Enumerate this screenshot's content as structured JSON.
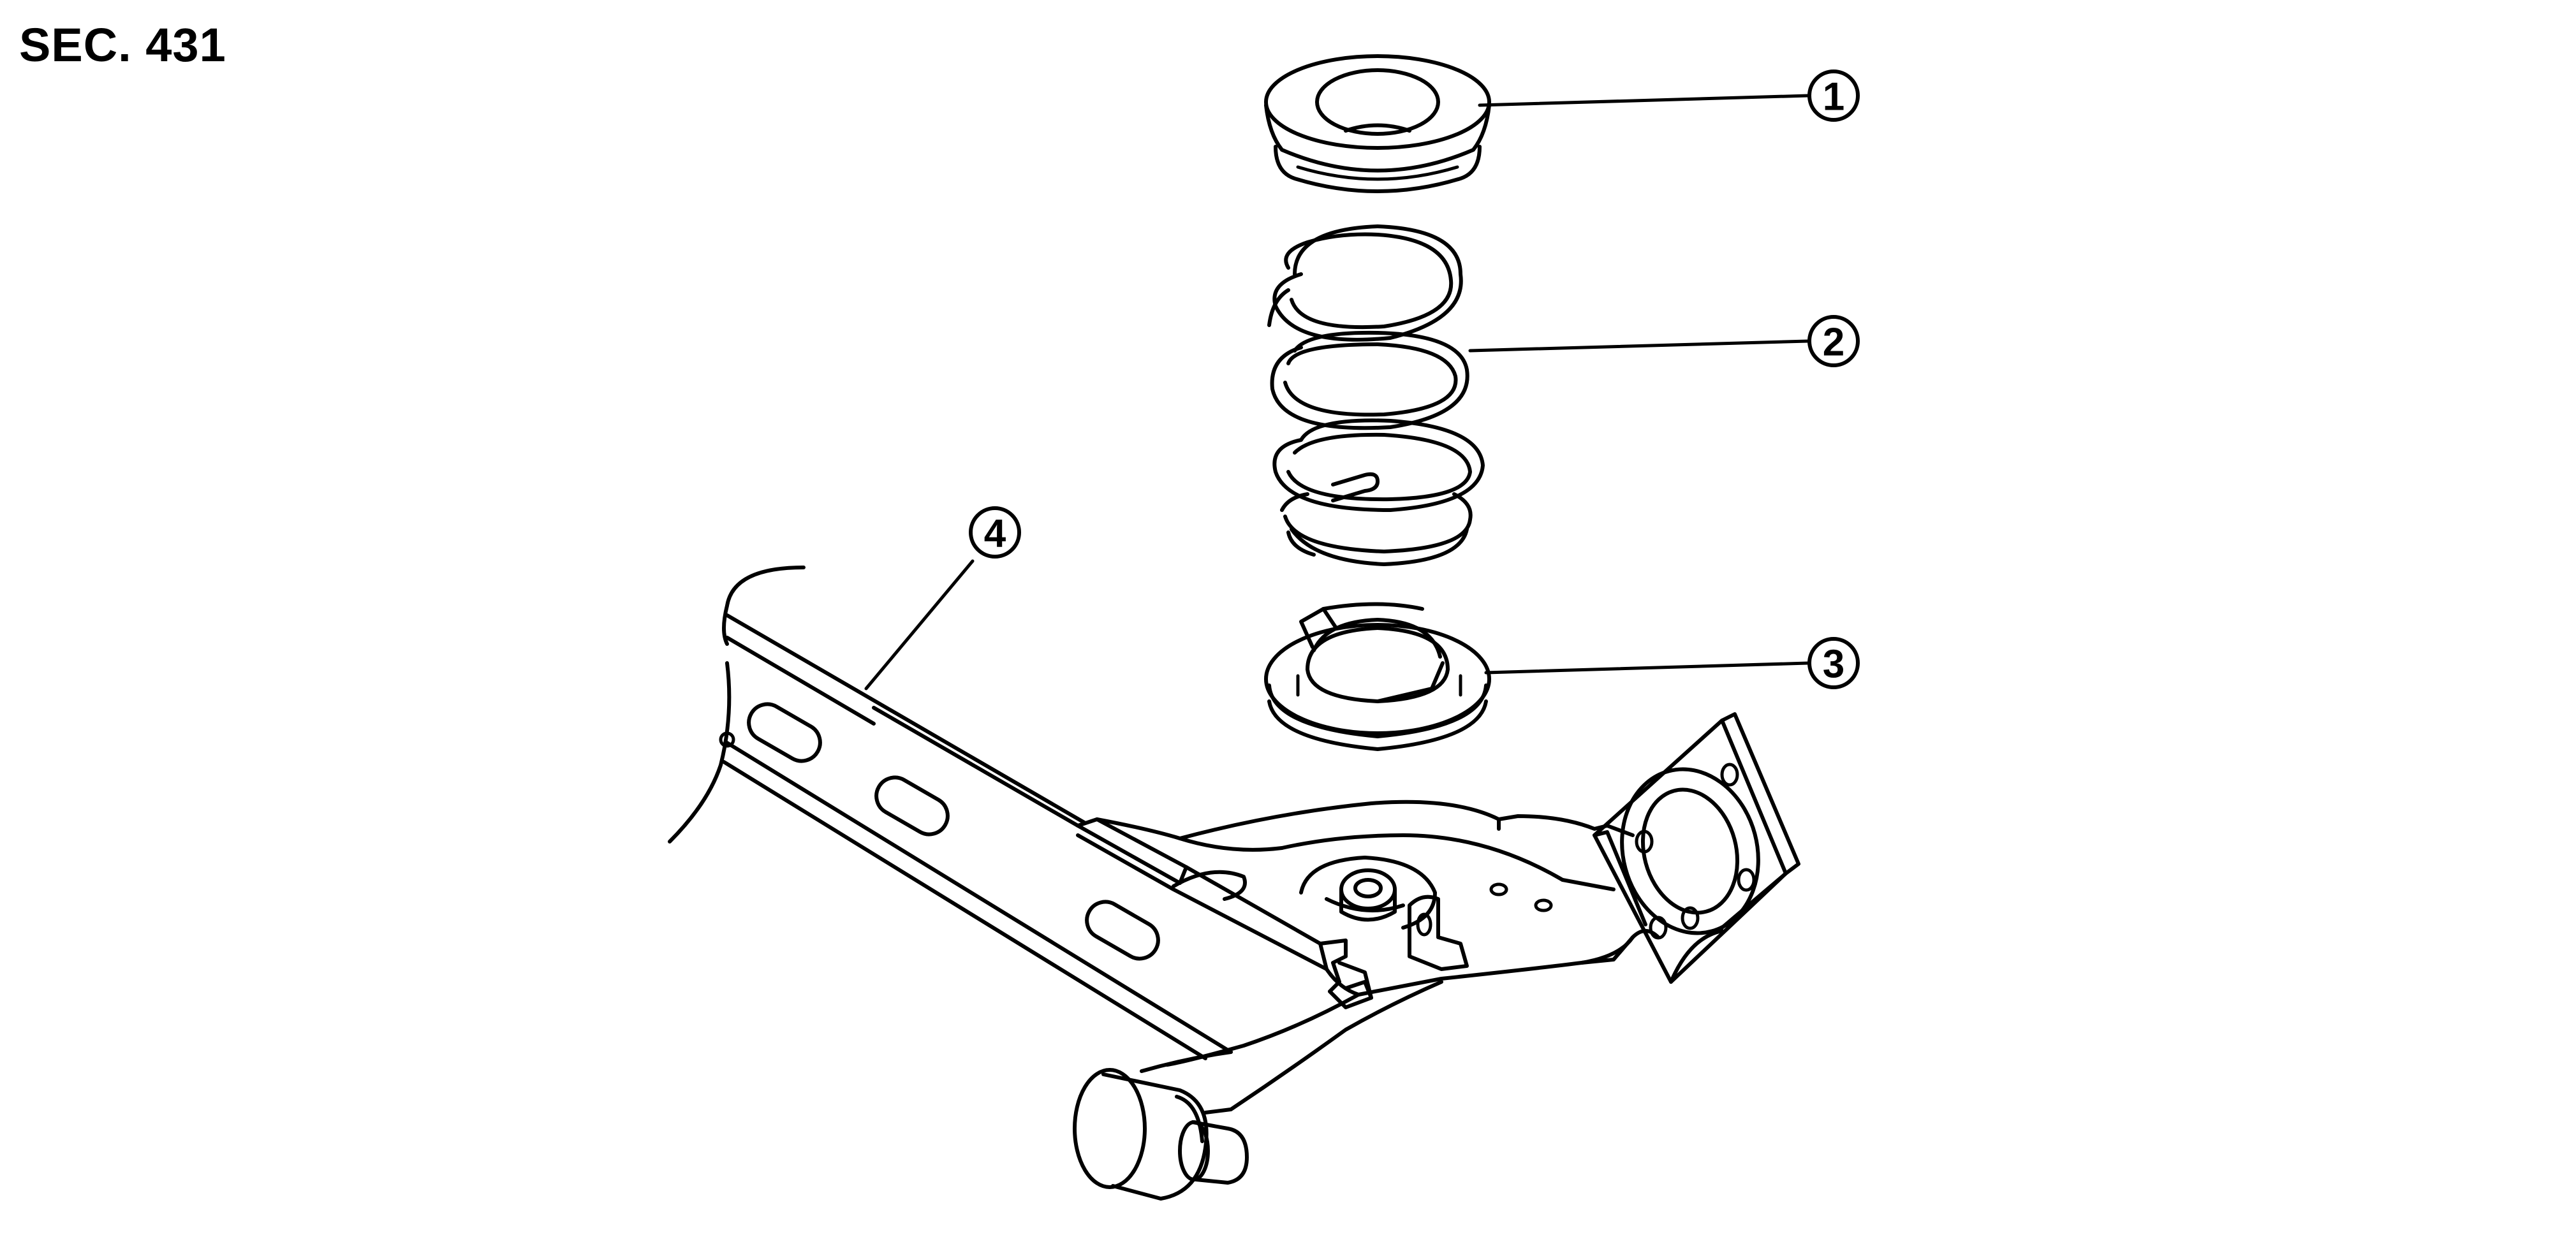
{
  "section_label": "SEC. 431",
  "callouts": [
    {
      "id": "callout-1",
      "number": "1",
      "part": "spring-seat-upper"
    },
    {
      "id": "callout-2",
      "number": "2",
      "part": "coil-spring"
    },
    {
      "id": "callout-3",
      "number": "3",
      "part": "spring-seat-lower"
    },
    {
      "id": "callout-4",
      "number": "4",
      "part": "rear-suspension-beam"
    }
  ],
  "colors": {
    "line": "#000000",
    "background": "#ffffff"
  }
}
